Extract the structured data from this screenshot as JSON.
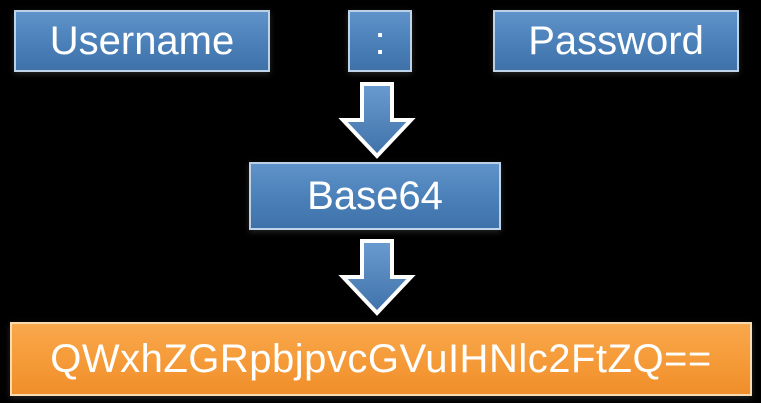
{
  "diagram": {
    "inputs": {
      "username": "Username",
      "separator": ":",
      "password": "Password"
    },
    "process": "Base64",
    "output": "QWxhZGRpbjpvcGVuIHNlc2FtZQ==",
    "colors": {
      "background": "#000000",
      "box_blue": "#4a7fb8",
      "box_orange": "#f59a38",
      "arrow_fill": "#4a7fb8",
      "arrow_stroke": "#ffffff",
      "text": "#ffffff"
    },
    "arrows": [
      "down-arrow",
      "down-arrow"
    ]
  }
}
